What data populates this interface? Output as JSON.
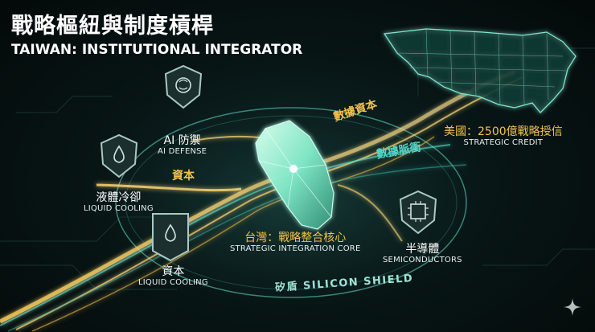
{
  "title": {
    "zh": "戰略樞紐與制度槓桿",
    "en": "TAIWAN: INSTITUTIONAL INTEGRATOR"
  },
  "nodes": {
    "ai_defense": {
      "zh": "AI 防禦",
      "en": "AI DEFENSE",
      "icon": "brain-shield-icon"
    },
    "liquid_cooling_top": {
      "zh": "液體冷卻",
      "en": "LIQUID COOLING",
      "icon": "droplet-shield-icon"
    },
    "liquid_cooling_bottom": {
      "zh": "資本",
      "en": "LIQUID COOLING",
      "icon": "droplet-tablet-icon"
    },
    "core": {
      "zh": "台灣：戰略整合核心",
      "en": "STRATEGIC INTEGRATION CORE"
    },
    "semiconductors": {
      "zh": "半導體",
      "en": "SEMICONDUCTORS",
      "icon": "chip-shield-icon"
    },
    "us": {
      "zh": "美國：2500億戰略授信",
      "en": "STRATEGIC CREDIT"
    }
  },
  "flows": {
    "capital_top": "數據資本",
    "data_pulse": "數據脈衝",
    "capital_left": "資本"
  },
  "ring_label": "矽盾 SILICON SHIELD",
  "colors": {
    "gold": "#f2c14e",
    "teal": "#53d6c6",
    "shield": "#a9c9c6"
  }
}
